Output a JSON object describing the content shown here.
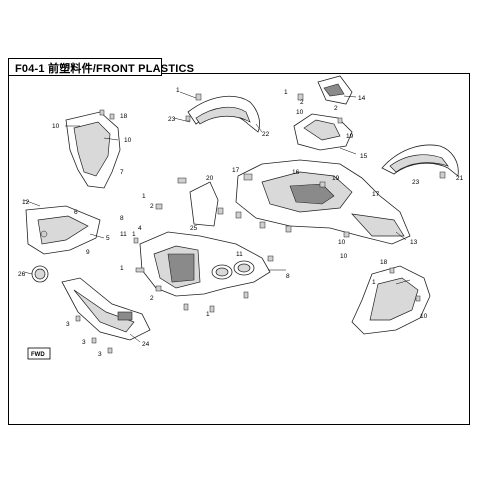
{
  "diagram": {
    "title": "F04-1 前塑料件/FRONT  PLASTICS",
    "callouts": {
      "c1a": "1",
      "c1b": "1",
      "c1c": "1",
      "c1d": "1",
      "c1e": "1",
      "c1f": "1",
      "c1g": "1",
      "c2a": "2",
      "c2b": "2",
      "c2c": "2",
      "c2d": "2",
      "c3a": "3",
      "c3b": "3",
      "c3c": "3",
      "c4": "4",
      "c5": "5",
      "c6": "6",
      "c7": "7",
      "c8a": "8",
      "c8b": "8",
      "c9": "9",
      "c10a": "10",
      "c10b": "10",
      "c10c": "10",
      "c10d": "10",
      "c10e": "10",
      "c10f": "10",
      "c11a": "11",
      "c11b": "11",
      "c12": "12",
      "c13": "13",
      "c14": "14",
      "c15": "15",
      "c16": "16",
      "c17a": "17",
      "c17b": "17",
      "c18a": "18",
      "c18b": "18",
      "c19a": "19",
      "c19b": "19",
      "c20": "20",
      "c21": "21",
      "c22": "22",
      "c23a": "23",
      "c23b": "23",
      "c24": "24",
      "c25": "25",
      "c26": "26"
    },
    "logo": "FWD"
  }
}
